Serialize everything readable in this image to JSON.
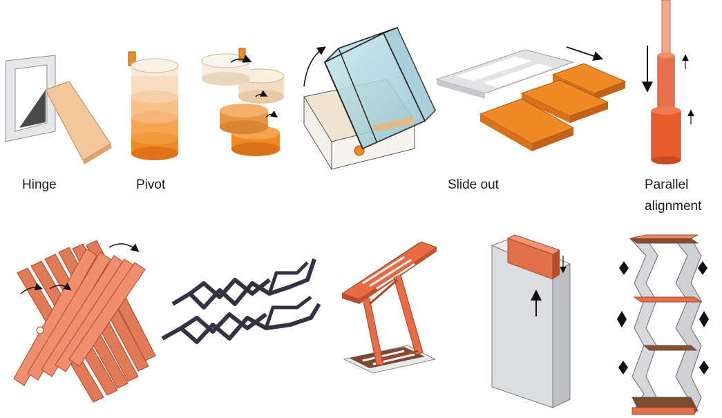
{
  "labels": {
    "hinge": "Hinge",
    "pivot": "Pivot",
    "slide_out": "Slide out",
    "parallel_alignment": "Parallel alignment"
  },
  "colors": {
    "orange": "#f08a24",
    "orange_dark": "#d96a14",
    "terracotta": "#d9694a",
    "terracotta_dark": "#b84a32",
    "cream": "#f2d2a8",
    "grey_panel": "#e3e4e6",
    "dark_frame": "#3c4250",
    "glass": "#a9d3dc",
    "brown": "#8a4e2e"
  },
  "icons": [
    "rotate-arrow-icon",
    "down-arrow-icon",
    "up-arrow-icon",
    "inward-arrow-icon",
    "curved-arrow-icon"
  ]
}
